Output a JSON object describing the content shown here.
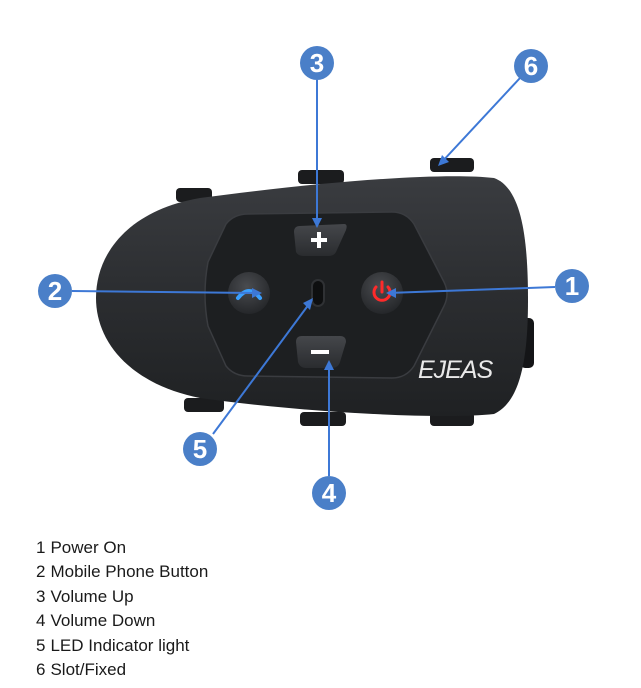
{
  "device": {
    "brand_label": "EJEAS",
    "body_color": "#2b2d30",
    "face_color": "#1e2022",
    "phone_button_color": "#3aa0ff",
    "power_button_color": "#ff2a2a"
  },
  "callouts": [
    {
      "number": "1",
      "color": "#4a7fc8"
    },
    {
      "number": "2",
      "color": "#4a7fc8"
    },
    {
      "number": "3",
      "color": "#4a7fc8"
    },
    {
      "number": "4",
      "color": "#4a7fc8"
    },
    {
      "number": "5",
      "color": "#4a7fc8"
    },
    {
      "number": "6",
      "color": "#4a7fc8"
    }
  ],
  "legend": [
    {
      "number": "1",
      "label": "Power On"
    },
    {
      "number": "2",
      "label": "Mobile Phone Button"
    },
    {
      "number": "3",
      "label": "Volume Up"
    },
    {
      "number": "4",
      "label": "Volume Down"
    },
    {
      "number": "5",
      "label": "LED Indicator light"
    },
    {
      "number": "6",
      "label": "Slot/Fixed"
    }
  ]
}
